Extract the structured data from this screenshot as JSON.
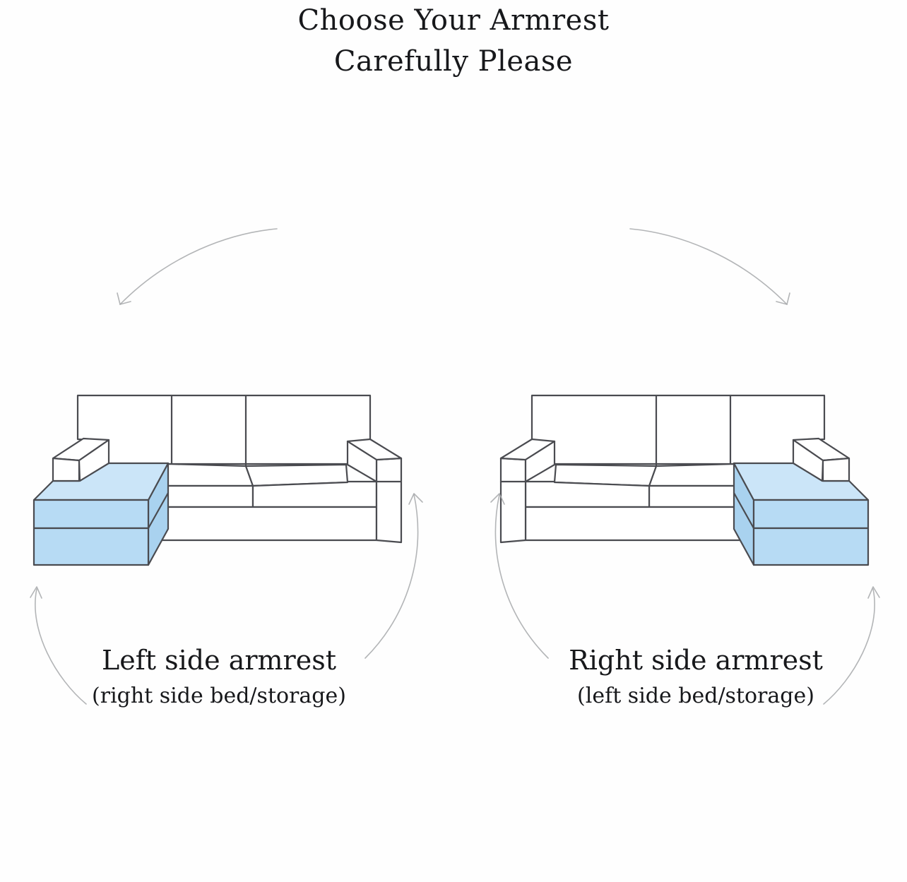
{
  "title": {
    "line1": "Choose Your Armrest",
    "line2": "Carefully Please"
  },
  "options": [
    {
      "label": "Left side armrest",
      "sublabel": "(right side bed/storage)",
      "highlighted_section": "chaise bed/storage shown on viewer-left"
    },
    {
      "label": "Right side armrest",
      "sublabel": "(left side bed/storage)",
      "highlighted_section": "chaise bed/storage shown on viewer-right"
    }
  ],
  "icons": [
    "curved-arrow-title-to-left-icon",
    "curved-arrow-title-to-right-icon",
    "curved-arrow-to-left-chaise-icon",
    "curved-arrow-to-left-sofa-armrest-icon",
    "curved-arrow-to-right-sofa-armrest-icon",
    "curved-arrow-to-right-chaise-icon"
  ],
  "colors": {
    "background": "#fefefe",
    "outline": "#4a4b50",
    "chaise_top": "#cbe5f8",
    "chaise_front": "#b7dbf4",
    "chaise_side": "#a9d2ef",
    "arrow": "#a6a8aa",
    "text": "#17181b"
  }
}
